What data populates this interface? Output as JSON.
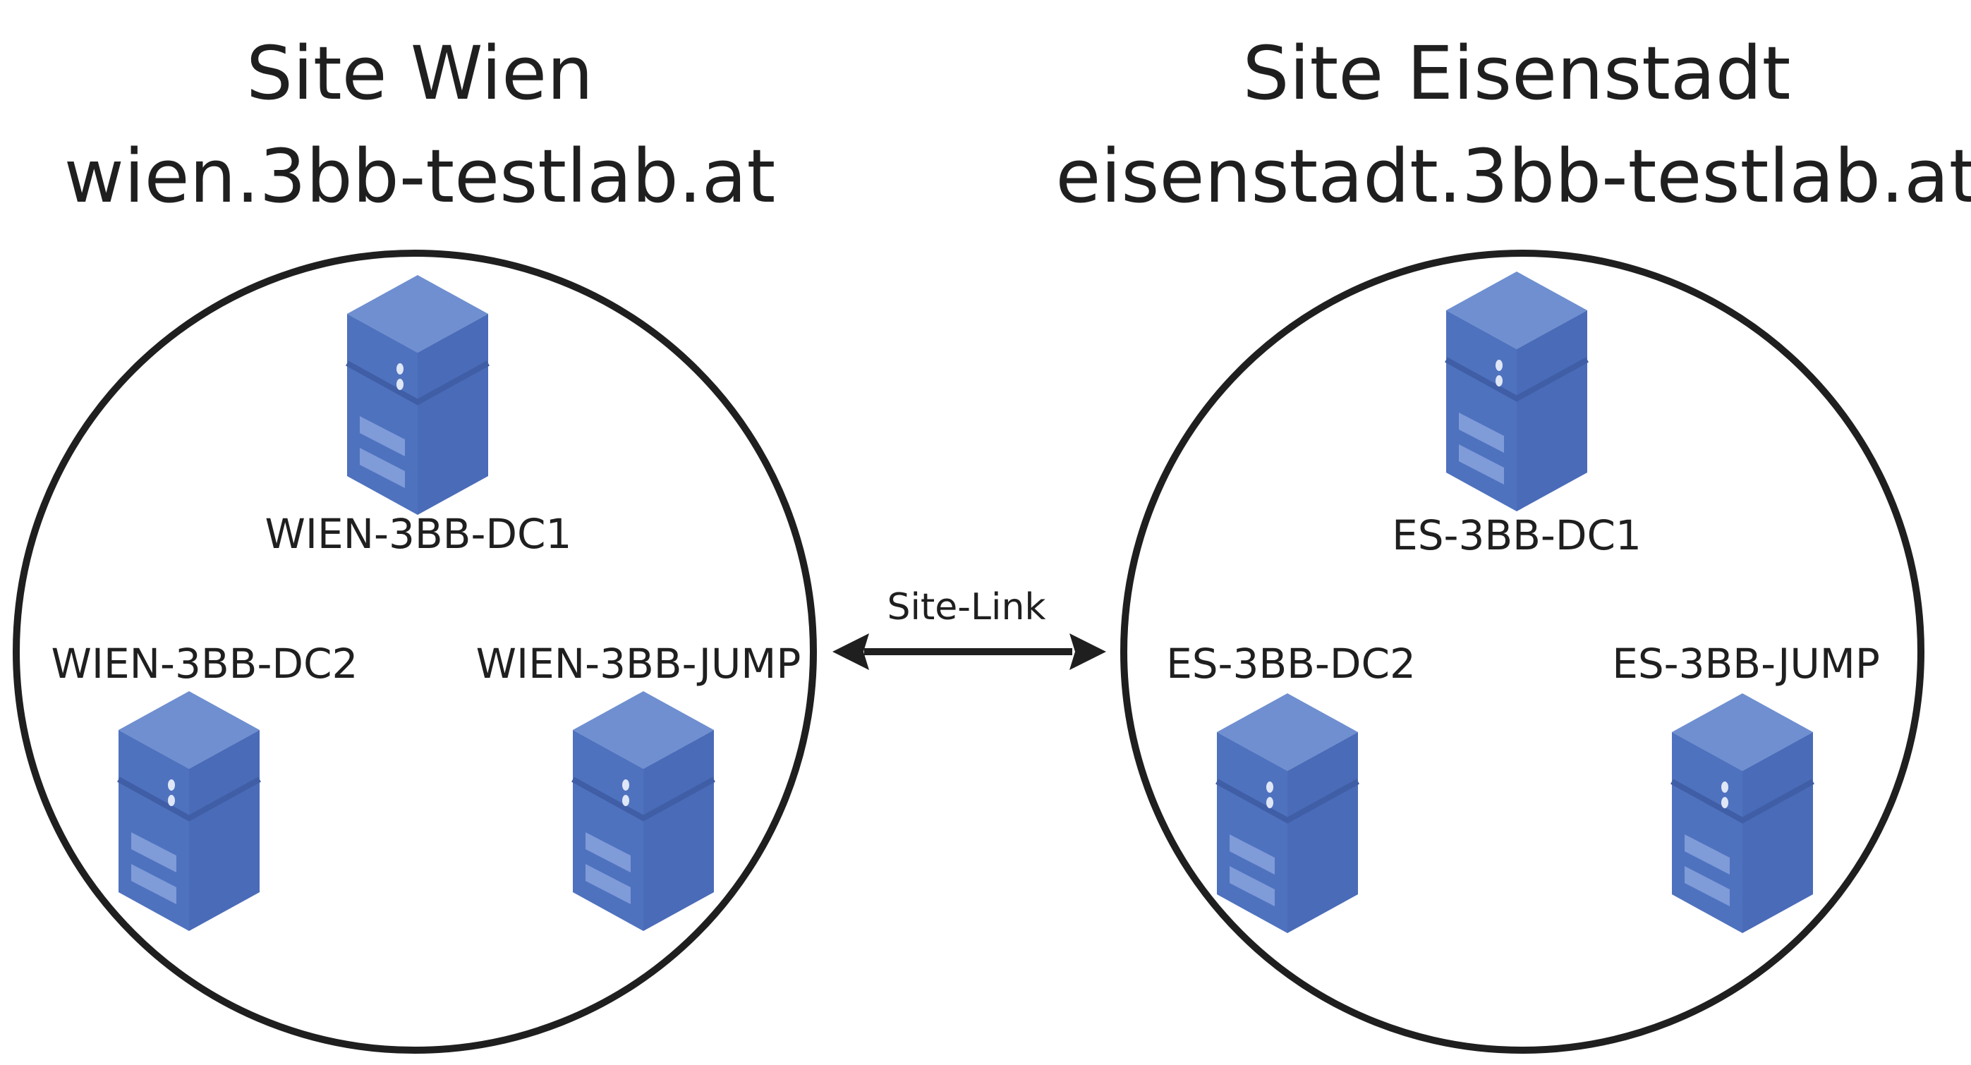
{
  "sites": [
    {
      "name": "Site Wien",
      "domain": "wien.3bb-testlab.at",
      "servers": [
        "WIEN-3BB-DC1",
        "WIEN-3BB-DC2",
        "WIEN-3BB-JUMP"
      ]
    },
    {
      "name": "Site Eisenstadt",
      "domain": "eisenstadt.3bb-testlab.at",
      "servers": [
        "ES-3BB-DC1",
        "ES-3BB-DC2",
        "ES-3BB-JUMP"
      ]
    }
  ],
  "link": {
    "label": "Site-Link"
  },
  "colors": {
    "server_top": "#6f8fd0",
    "server_front": "#4f72bf",
    "server_side": "#4566b0",
    "server_detail": "#7f9bd8",
    "outline": "#1f1f1f"
  }
}
